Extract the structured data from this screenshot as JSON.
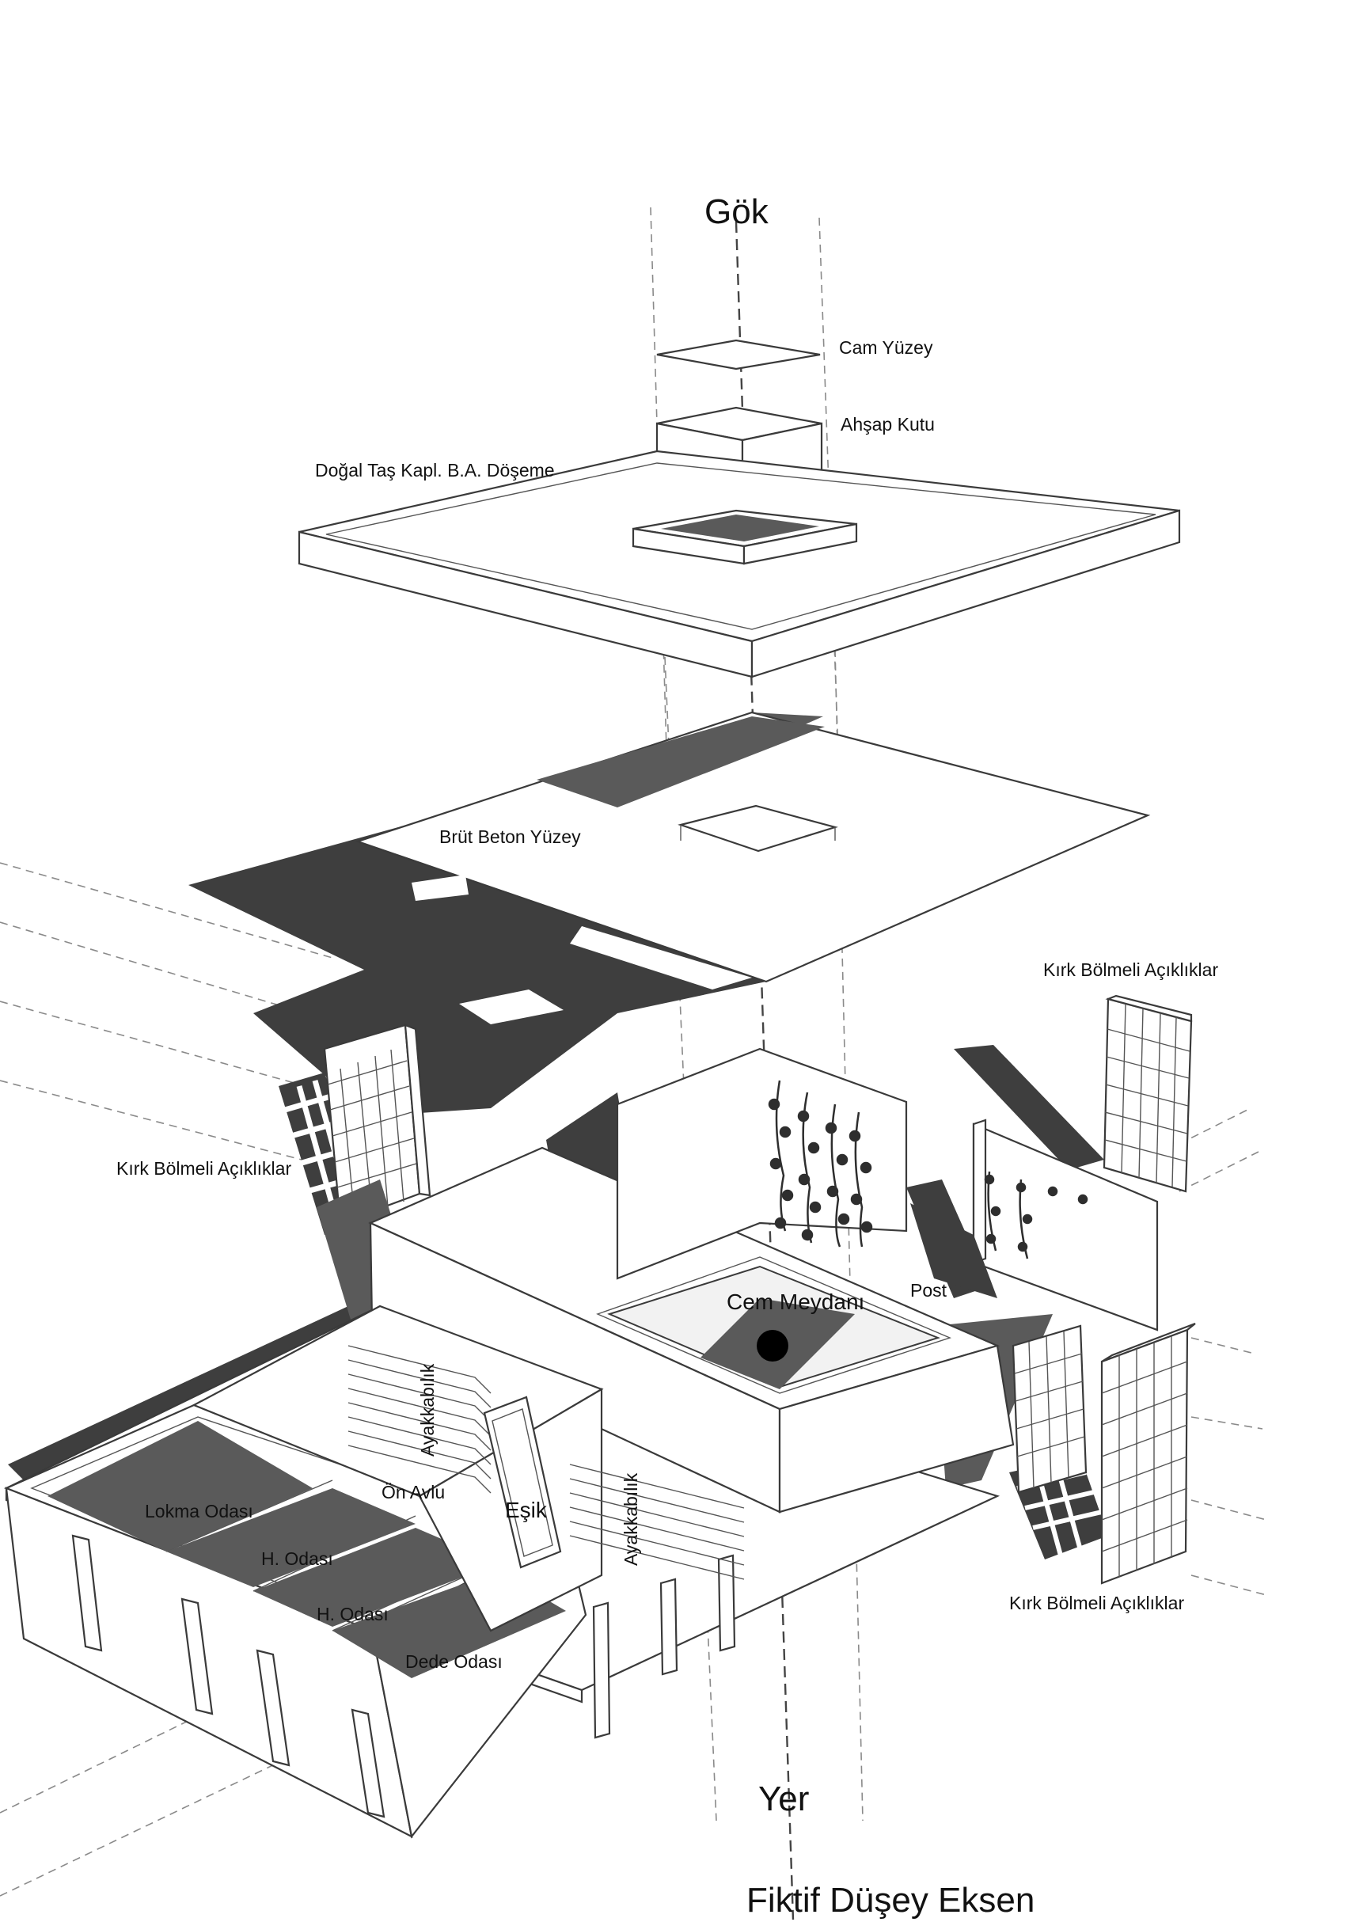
{
  "diagram": {
    "labels": {
      "sky": "Gök",
      "glass_surface": "Cam Yüzey",
      "wooden_box": "Ahşap Kutu",
      "stone_slab": "Doğal Taş Kapl. B.A. Döşeme",
      "concrete_surface": "Brüt Beton Yüzey",
      "openings_right_top": "Kırk Bölmeli Açıklıklar",
      "openings_left": "Kırk Bölmeli Açıklıklar",
      "openings_right_bottom": "Kırk Bölmeli Açıklıklar",
      "cem_square": "Cem Meydanı",
      "post": "Post",
      "shoe_rack_1": "Ayakkabılık",
      "shoe_rack_2": "Ayakkabılık",
      "front_yard": "Ön Avlu",
      "threshold": "Eşik",
      "lokma_room": "Lokma Odası",
      "h_room_1": "H. Odası",
      "h_room_2": "H. Odası",
      "dede_room": "Dede Odası",
      "ground": "Yer",
      "axis": "Fiktif Düşey Eksen"
    }
  }
}
